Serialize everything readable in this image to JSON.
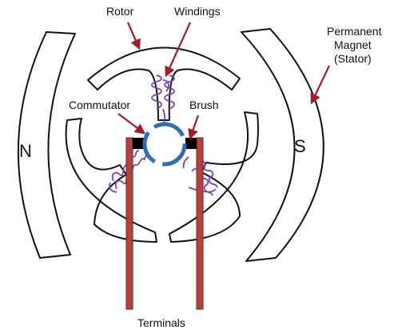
{
  "labels": {
    "rotor": "Rotor",
    "windings": "Windings",
    "permanent_magnet": [
      "Permanent",
      "Magnet",
      "(Stator)"
    ],
    "commutator": "Commutator",
    "brush": "Brush",
    "terminals": "Terminals",
    "north": "N",
    "south": "S"
  },
  "colors": {
    "outline": "#111111",
    "commutator": "#2f6db5",
    "windings": "#7b3fbf",
    "terminals": "#b5413c",
    "terminal_edge": "#6e2420",
    "arrows": "#a01f24",
    "brushes": "#000000"
  }
}
